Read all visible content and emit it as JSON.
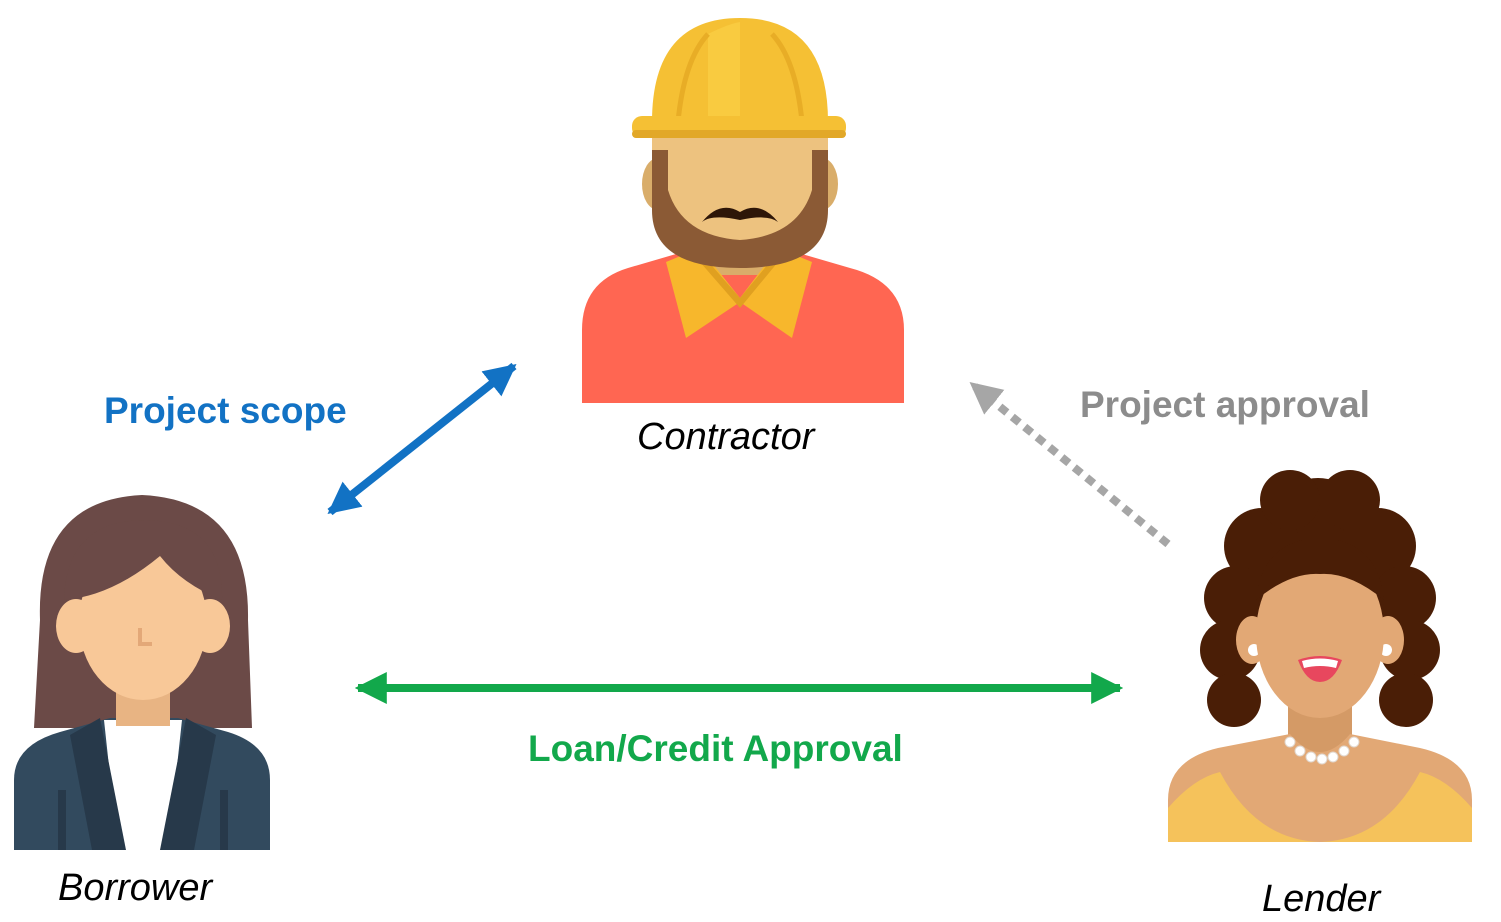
{
  "people": {
    "contractor": {
      "label": "Contractor",
      "icon": "construction-worker-icon"
    },
    "borrower": {
      "label": "Borrower",
      "icon": "businesswoman-icon"
    },
    "lender": {
      "label": "Lender",
      "icon": "woman-with-pearl-necklace-icon"
    }
  },
  "relations": {
    "project_scope": {
      "label": "Project scope",
      "color": "#1272c4",
      "style": "solid double-headed arrow"
    },
    "project_approval": {
      "label": "Project approval",
      "color": "#8c8c8c",
      "style": "dashed single-headed arrow"
    },
    "loan_credit": {
      "label": "Loan/Credit Approval",
      "color": "#12a84b",
      "style": "solid double-headed arrow"
    }
  },
  "colors": {
    "hardhat": "#f5c034",
    "shirt": "#ff6652",
    "collar": "#f7b72c",
    "skin_contractor": "#edc27f",
    "beard": "#8b5a35",
    "hair_borrower": "#6b4a47",
    "skin_borrower": "#f8c898",
    "jacket": "#324a5e",
    "hair_lender": "#4a1e06",
    "skin_lender": "#e2a875",
    "dress": "#f5c25b"
  }
}
